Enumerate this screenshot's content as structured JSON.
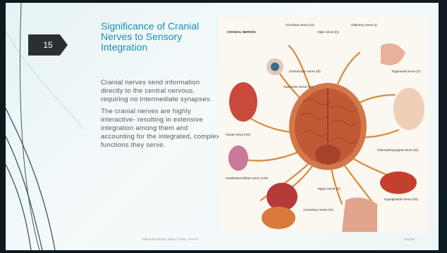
{
  "slide": {
    "number": "15",
    "title": "Significance of Cranial Nerves to Sensory Integration",
    "paragraphs": [
      "Cranial nerves send information directly to the central nervous, requiring no intermediate synapses.",
      "The cranial nerves are highly interactive- resulting in extensive integration among them and accounting for the integrated, complex functions they serve."
    ],
    "footer_author": "Eileen W. Richter, MPH, OTR/L, FAOTA",
    "footer_date": "6/11/18"
  },
  "figure": {
    "heading": "CRANIAL NERVES",
    "labels": {
      "trochlear": "Trochlear nerve (IV)",
      "optic": "Optic nerve (II)",
      "olfactory": "Olfactory nerve (I)",
      "oculomotor": "Oculomotor nerve (III)",
      "abducens": "Abducens nerve (VI)",
      "trigeminal": "Trigeminal nerve (V)",
      "facial": "Facial nerve (VII)",
      "glossopharyngeal": "Glossopharyngeal nerve (IX)",
      "vestibulocochlear": "Vestibulocochlear nerve (VIII)",
      "vagus": "Vagus nerve (X)",
      "hypoglossal": "Hypoglossal nerve (XII)",
      "accessory": "Accessory nerve (XI)"
    }
  },
  "colors": {
    "title": "#1c8fb2",
    "badge": "#2b2f33",
    "frame": "#0f1a20"
  }
}
